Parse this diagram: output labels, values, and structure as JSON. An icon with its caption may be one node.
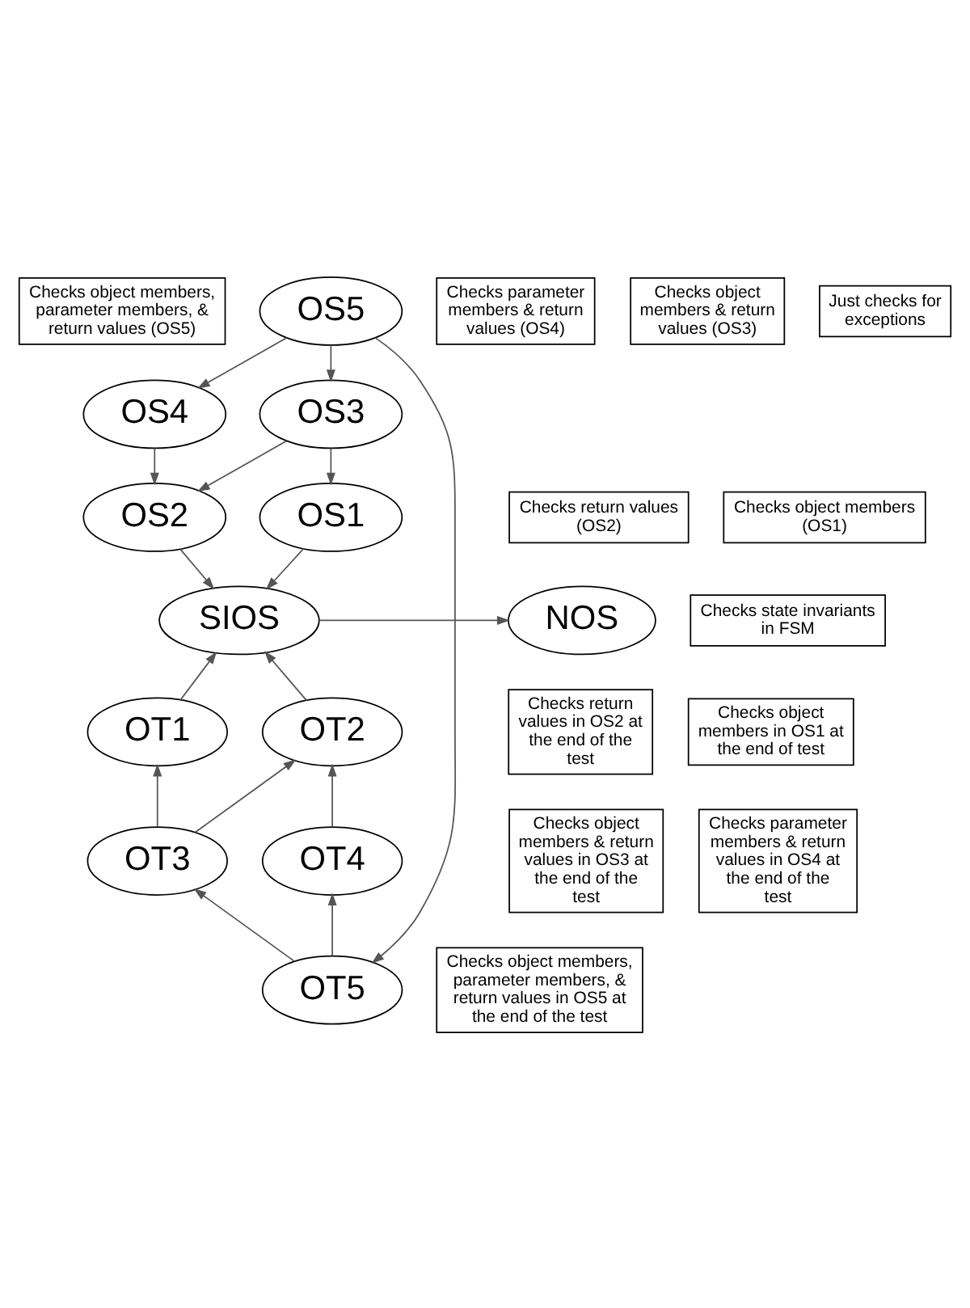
{
  "diagram": {
    "nodes": [
      {
        "text": [
          "Checks object members, parameter members, & return values (OS5)"
        ]
      },
      {
        "text": [
          "OS5"
        ]
      },
      {
        "text": [
          "Checks parameter members & return values (OS4)"
        ]
      },
      {
        "text": [
          "Checks object members & return values (OS3)"
        ]
      },
      {
        "text": [
          "OS4"
        ]
      },
      {
        "text": [
          "OS3"
        ]
      },
      {
        "text": [
          "Checks return values (OS2)"
        ]
      },
      {
        "text": [
          "OS2"
        ]
      },
      {
        "text": [
          "OS1"
        ]
      },
      {
        "text": [
          "Checks object members (OS1)"
        ]
      },
      {
        "text": [
          "NOS"
        ]
      },
      {
        "text": [
          "SIOS"
        ]
      },
      {
        "text": [
          "Checks state invariants in FSM"
        ]
      },
      {
        "text": [
          "Just checks for exceptions"
        ]
      },
      {
        "text": [
          "Checks return values in OS2 at the end of the test"
        ]
      },
      {
        "text": [
          "OT2"
        ]
      },
      {
        "text": [
          "OT1"
        ]
      },
      {
        "text": [
          "Checks object members in OS1 at the end of test"
        ]
      },
      {
        "text": [
          "OT3"
        ]
      },
      {
        "text": [
          "Checks object members & return values in OS3 at the end of the test"
        ]
      },
      {
        "text": [
          "OT4"
        ]
      },
      {
        "text": [
          "Checks parameter members & return values in OS4 at the end of the test"
        ]
      },
      {
        "text": [
          "OT5"
        ]
      },
      {
        "text": [
          "Checks object members, parameter members, & return values in OS5 at the end of the test"
        ]
      }
    ],
    "edges": [
      {
        "from": 1,
        "to": 4,
        "arrow": "to"
      },
      {
        "from": 1,
        "to": 5,
        "arrow": "to"
      },
      {
        "from": 4,
        "to": 7,
        "arrow": "to"
      },
      {
        "from": 5,
        "to": 7,
        "arrow": "to"
      },
      {
        "from": 5,
        "to": 8,
        "arrow": "to"
      },
      {
        "from": 7,
        "to": 11,
        "arrow": "to"
      },
      {
        "from": 8,
        "to": 11,
        "arrow": "to"
      },
      {
        "from": 11,
        "to": 10,
        "arrow": "to"
      },
      {
        "from": 15,
        "to": 11,
        "arrow": "to"
      },
      {
        "from": 16,
        "to": 11,
        "arrow": "to"
      },
      {
        "from": 18,
        "to": 16,
        "arrow": "to"
      },
      {
        "from": 18,
        "to": 15,
        "arrow": "to"
      },
      {
        "from": 20,
        "to": 15,
        "arrow": "to"
      },
      {
        "from": 22,
        "to": 20,
        "arrow": "to"
      },
      {
        "from": 22,
        "to": 18,
        "arrow": "to"
      },
      {
        "from": 1,
        "to": 22,
        "arrow": "to"
      }
    ]
  }
}
